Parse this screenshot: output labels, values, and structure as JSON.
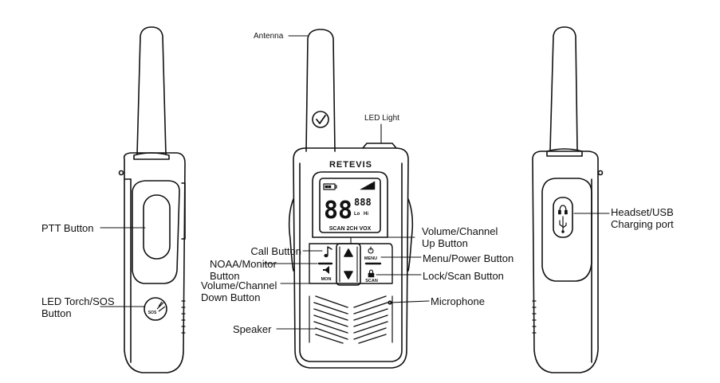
{
  "labels": {
    "antenna": "Antenna",
    "led_light": "LED Light",
    "ptt_button": "PTT Button",
    "led_torch_sos": "LED Torch/SOS\nButton",
    "call_button": "Call Button",
    "noaa_monitor": "NOAA/Monitor\nButton",
    "vol_down": "Volume/Channel\nDown Button",
    "speaker": "Speaker",
    "vol_up": "Volume/Channel\nUp Button",
    "menu_power": "Menu/Power Button",
    "lock_scan": "Lock/Scan Button",
    "microphone": "Microphone",
    "headset_usb": "Headset/USB\nCharging port"
  },
  "device": {
    "brand": "RETEVIS",
    "lcd_digits": "88",
    "lcd_small_digits": "888",
    "lcd_lo": "Lo",
    "lcd_hi": "Hi",
    "lcd_bottom": "SCAN 2CH VOX",
    "key_menu": "MENU",
    "key_mon": "MON",
    "key_scan": "SCAN",
    "sos_text": "SOS"
  },
  "icons": {
    "antenna_mark": "checkmark-icon",
    "call": "music-note-icon",
    "power": "power-icon",
    "lock": "lock-icon",
    "monitor": "speaker-icon",
    "up": "triangle-up-icon",
    "down": "triangle-down-icon",
    "headset": "headphone-icon",
    "usb": "usb-icon",
    "battery": "battery-icon",
    "signal": "signal-icon"
  }
}
